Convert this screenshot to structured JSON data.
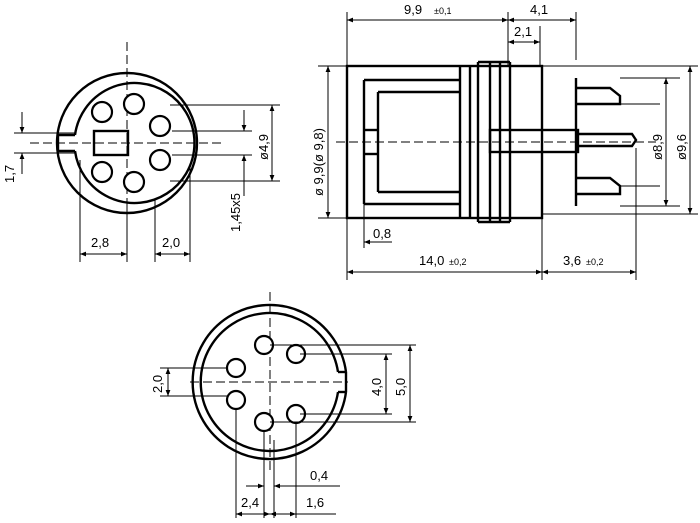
{
  "labels": {
    "front_1_7": "1,7",
    "front_dia_4_9": "ø4,9",
    "front_1_45x5": "1,45x5",
    "front_2_8": "2,8",
    "front_2_0": "2,0",
    "side_9_9": "9,9",
    "side_9_9_tol": "±0,1",
    "side_4_1": "4,1",
    "side_2_1": "2,1",
    "side_dia_9_9": "ø 9,9(ø 9,8)",
    "side_dia_8_9": "ø8,9",
    "side_dia_9_6": "ø9,6",
    "side_0_8": "0,8",
    "side_14_0": "14,0",
    "side_14_0_tol": "±0,2",
    "side_3_6": "3,6",
    "side_3_6_tol": "±0,2",
    "rear_2_0": "2,0",
    "rear_4_0": "4,0",
    "rear_5_0": "5,0",
    "rear_0_4": "0,4",
    "rear_2_4": "2,4",
    "rear_1_6": "1,6"
  }
}
